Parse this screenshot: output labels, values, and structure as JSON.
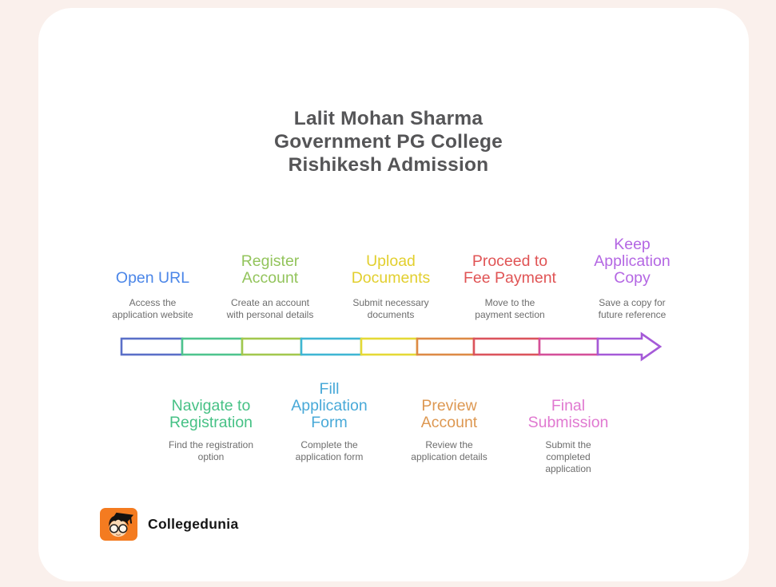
{
  "title": "Lalit Mohan Sharma\nGovernment PG College\nRishikesh Admission",
  "title_color": "#555557",
  "steps_top": [
    {
      "title": "Open URL",
      "subtitle": "Access the\napplication website",
      "color": "#4b86e8"
    },
    {
      "title": "Register\nAccount",
      "subtitle": "Create an account\nwith personal details",
      "color": "#93c45c"
    },
    {
      "title": "Upload\nDocuments",
      "subtitle": "Submit necessary\ndocuments",
      "color": "#e2cf2e"
    },
    {
      "title": "Proceed to\nFee Payment",
      "subtitle": "Move to the\npayment section",
      "color": "#e05455"
    },
    {
      "title": "Keep\nApplication\nCopy",
      "subtitle": "Save a copy for\nfuture reference",
      "color": "#b467e3"
    }
  ],
  "steps_bottom": [
    {
      "title": "Navigate to\nRegistration",
      "subtitle": "Find the registration\noption",
      "color": "#46c185"
    },
    {
      "title": "Fill\nApplication\nForm",
      "subtitle": "Complete the\napplication form",
      "color": "#48a9d8"
    },
    {
      "title": "Preview\nAccount",
      "subtitle": "Review the\napplication details",
      "color": "#dd9852"
    },
    {
      "title": "Final\nSubmission",
      "subtitle": "Submit the\ncompleted\napplication",
      "color": "#e078d0"
    }
  ],
  "arrow": {
    "segment_colors": [
      "#5a6fc8",
      "#4ec48e",
      "#a2c84e",
      "#3fb6d3",
      "#e5d936",
      "#dd8a45",
      "#db535c",
      "#d4509a"
    ],
    "head_color": "#a55ad8"
  },
  "footer": {
    "brand": "Collegedunia",
    "logo_background": "#f47b20"
  }
}
